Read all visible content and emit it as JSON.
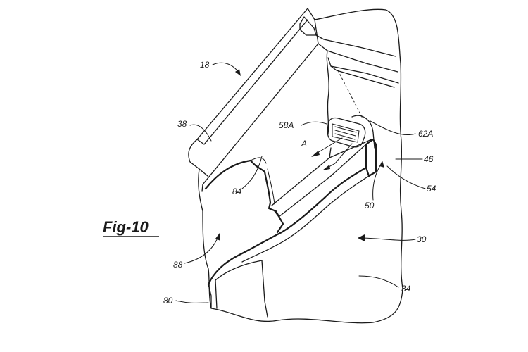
{
  "figure": {
    "title": "Fig-10"
  },
  "labels": {
    "l18": "18",
    "l38": "38",
    "l58a": "58A",
    "la": "A",
    "l62a": "62A",
    "l46": "46",
    "l54": "54",
    "l50": "50",
    "l84": "84",
    "l30": "30",
    "l88": "88",
    "l80": "80",
    "l34": "34"
  }
}
